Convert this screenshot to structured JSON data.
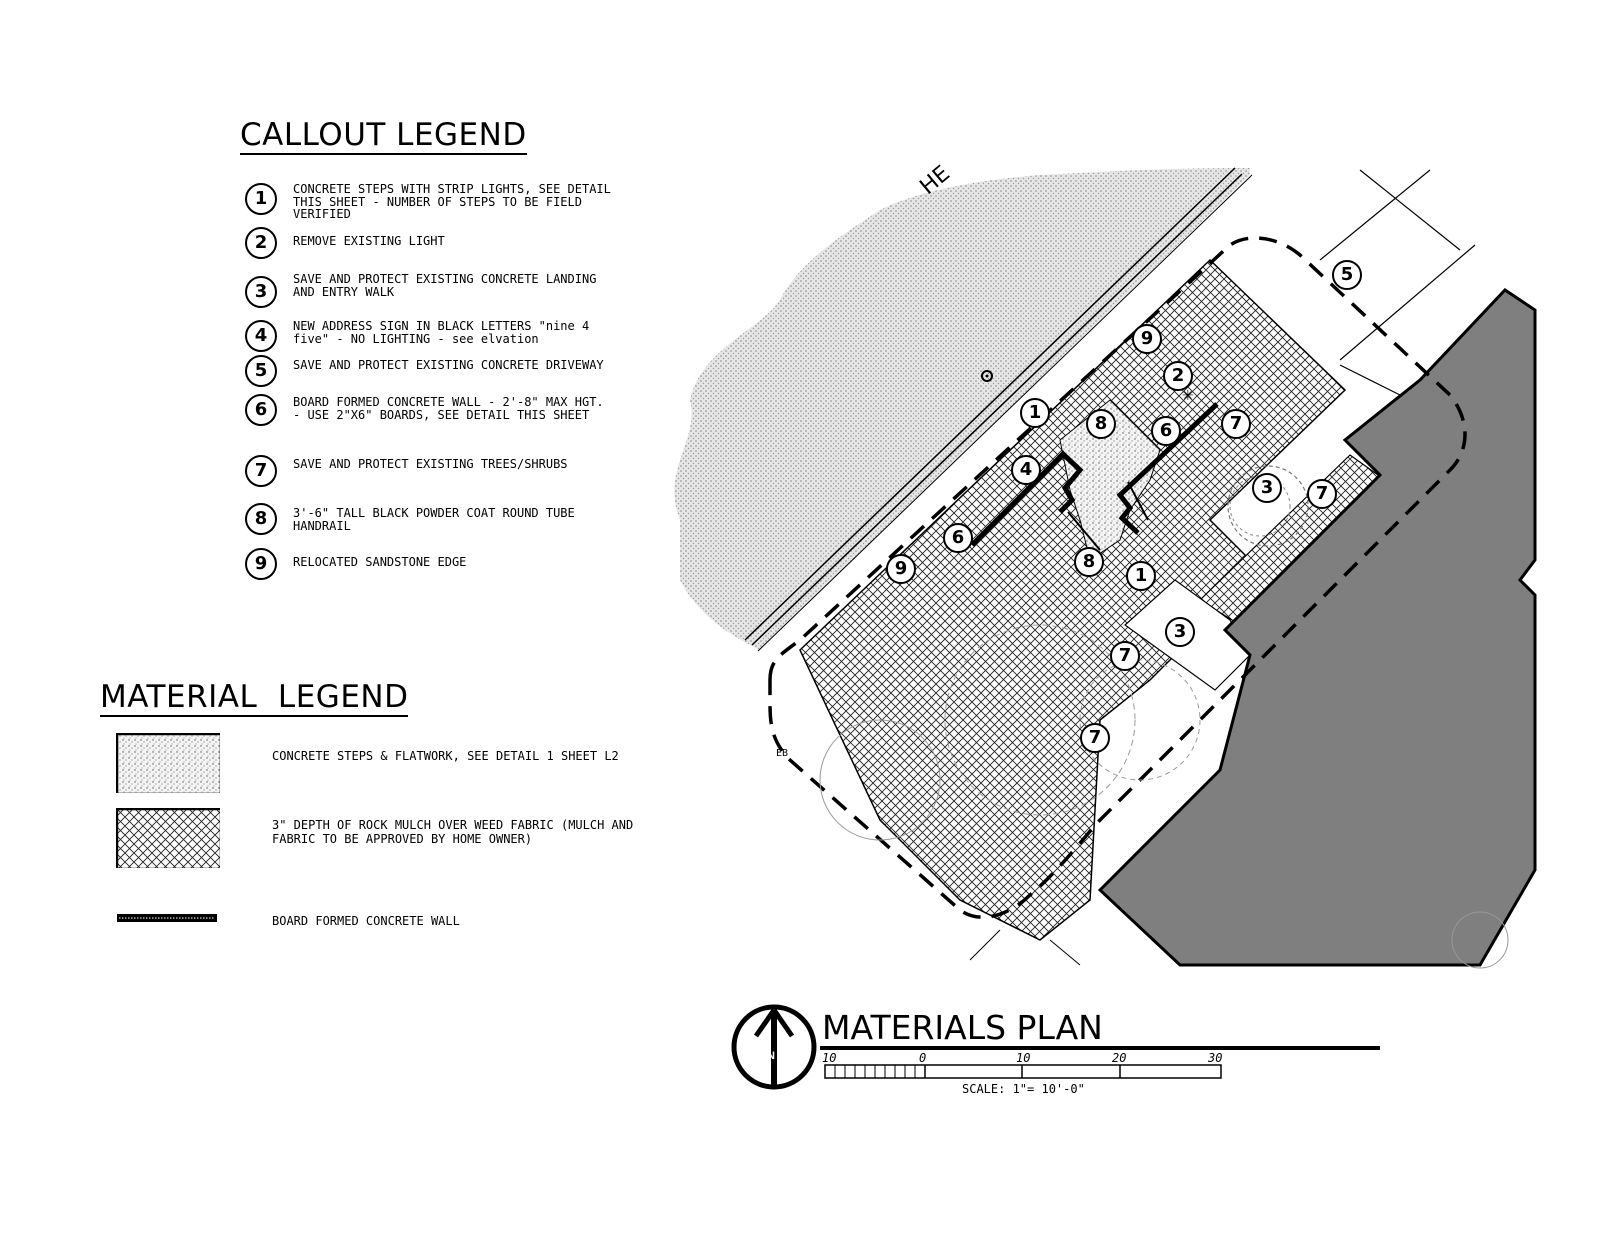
{
  "callout_legend": {
    "title": "CALLOUT LEGEND",
    "items": [
      {
        "num": "1",
        "text": "CONCRETE STEPS WITH STRIP LIGHTS, SEE DETAIL THIS SHEET - NUMBER OF STEPS TO BE FIELD VERIFIED"
      },
      {
        "num": "2",
        "text": "REMOVE EXISTING LIGHT"
      },
      {
        "num": "3",
        "text": "SAVE AND PROTECT EXISTING CONCRETE LANDING AND ENTRY WALK"
      },
      {
        "num": "4",
        "text": "NEW ADDRESS SIGN IN BLACK LETTERS \"nine 4 five\" - NO LIGHTING - see elvation"
      },
      {
        "num": "5",
        "text": "SAVE AND PROTECT EXISTING CONCRETE DRIVEWAY"
      },
      {
        "num": "6",
        "text": "BOARD FORMED CONCRETE WALL - 2'-8\" MAX HGT. - USE 2\"x6\" BOARDS, SEE DETAIL THIS SHEET"
      },
      {
        "num": "7",
        "text": "SAVE AND PROTECT EXISTING TREES/SHRUBS"
      },
      {
        "num": "8",
        "text": "3'-6\" TALL BLACK POWDER COAT ROUND TUBE HANDRAIL"
      },
      {
        "num": "9",
        "text": "RELOCATED SANDSTONE EDGE"
      }
    ]
  },
  "material_legend": {
    "title": "MATERIAL  LEGEND",
    "items": [
      {
        "text": "CONCRETE STEPS & FLATWORK, SEE DETAIL 1 SHEET L2"
      },
      {
        "text": "3\" DEPTH OF ROCK MULCH OVER WEED FABRIC (MULCH AND FABRIC TO BE APPROVED BY HOME OWNER)"
      },
      {
        "text": "BOARD FORMED CONCRETE WALL"
      }
    ]
  },
  "plan": {
    "street_label": "HE",
    "eb_label": "EB",
    "title": "MATERIALS PLAN",
    "north_label": "N",
    "scale_ticks": [
      "10",
      "0",
      "10",
      "20",
      "30"
    ],
    "scale_label": "SCALE:  1\"= 10'-0\"",
    "callouts": [
      "5",
      "9",
      "2",
      "1",
      "8",
      "6",
      "7",
      "4",
      "3",
      "7",
      "6",
      "9",
      "8",
      "1",
      "3",
      "7",
      "7"
    ]
  },
  "colors": {
    "building": "#7f7f7f",
    "ink": "#000000",
    "stipple": "#cfcfcf"
  }
}
